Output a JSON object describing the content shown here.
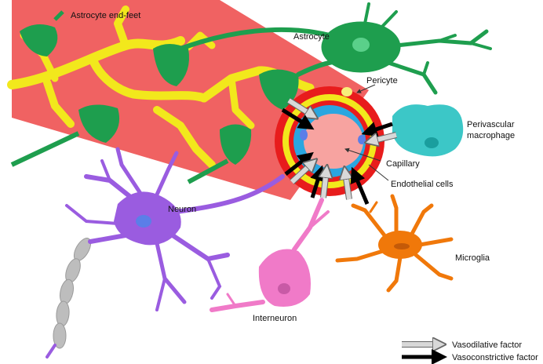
{
  "labels": {
    "astrocyte_end_feet": "Astrocyte end-feet",
    "astrocyte": "Astrocyte",
    "pericyte": "Pericyte",
    "perivascular_macrophage_line1": "Perivascular",
    "perivascular_macrophage_line2": "macrophage",
    "capillary": "Capillary",
    "endothelial_cells": "Endothelial cells",
    "neuron": "Neuron",
    "microglia": "Microglia",
    "interneuron": "Interneuron"
  },
  "legend": {
    "vasodilative": "Vasodilative factor",
    "vasoconstrictive": "Vasoconstrictive factor"
  },
  "colors": {
    "vessel": "#f06262",
    "astrocyte": "#1e9e4e",
    "glia_limitans": "#f2e81c",
    "pericyte_ring": "#e81c1c",
    "endothelium": "#2aa6e0",
    "lumen": "#f7a3a0",
    "macrophage": "#3cc7c7",
    "neuron": "#9a5ce0",
    "interneuron": "#f07ac8",
    "microglia": "#f0780a",
    "myelin": "#bdbdbd",
    "vasodilative_arrow": "#d8d8d8",
    "vasoconstrictive_arrow": "#000000"
  }
}
